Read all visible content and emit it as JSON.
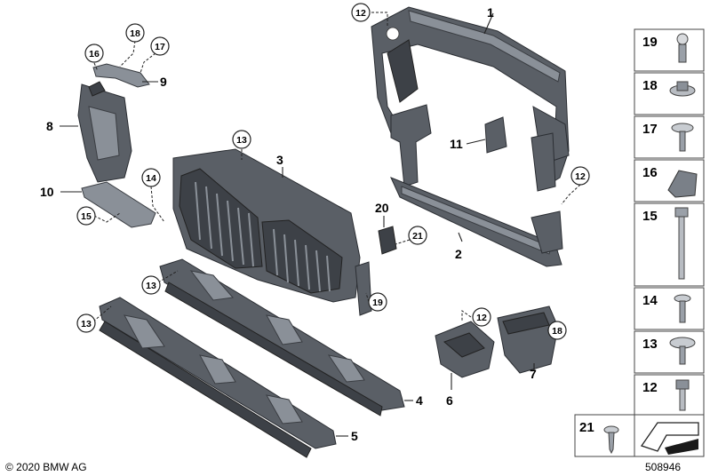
{
  "callouts": {
    "p1": "1",
    "p2": "2",
    "p3": "3",
    "p4": "4",
    "p5": "5",
    "p6": "6",
    "p7": "7",
    "p8": "8",
    "p9": "9",
    "p10": "10",
    "p11": "11",
    "p12a": "12",
    "p12b": "12",
    "p12c": "12",
    "p13a": "13",
    "p13b": "13",
    "p13c": "13",
    "p14": "14",
    "p15": "15",
    "p16": "16",
    "p17": "17",
    "p18a": "18",
    "p18b": "18",
    "p19": "19",
    "p20": "20",
    "p21": "21"
  },
  "legend": {
    "items": [
      "19",
      "18",
      "17",
      "16",
      "15",
      "14",
      "13",
      "12"
    ],
    "bottom_left": "21"
  },
  "footer": {
    "copyright": "© 2020 BMW AG",
    "diagram_number": "508946"
  }
}
